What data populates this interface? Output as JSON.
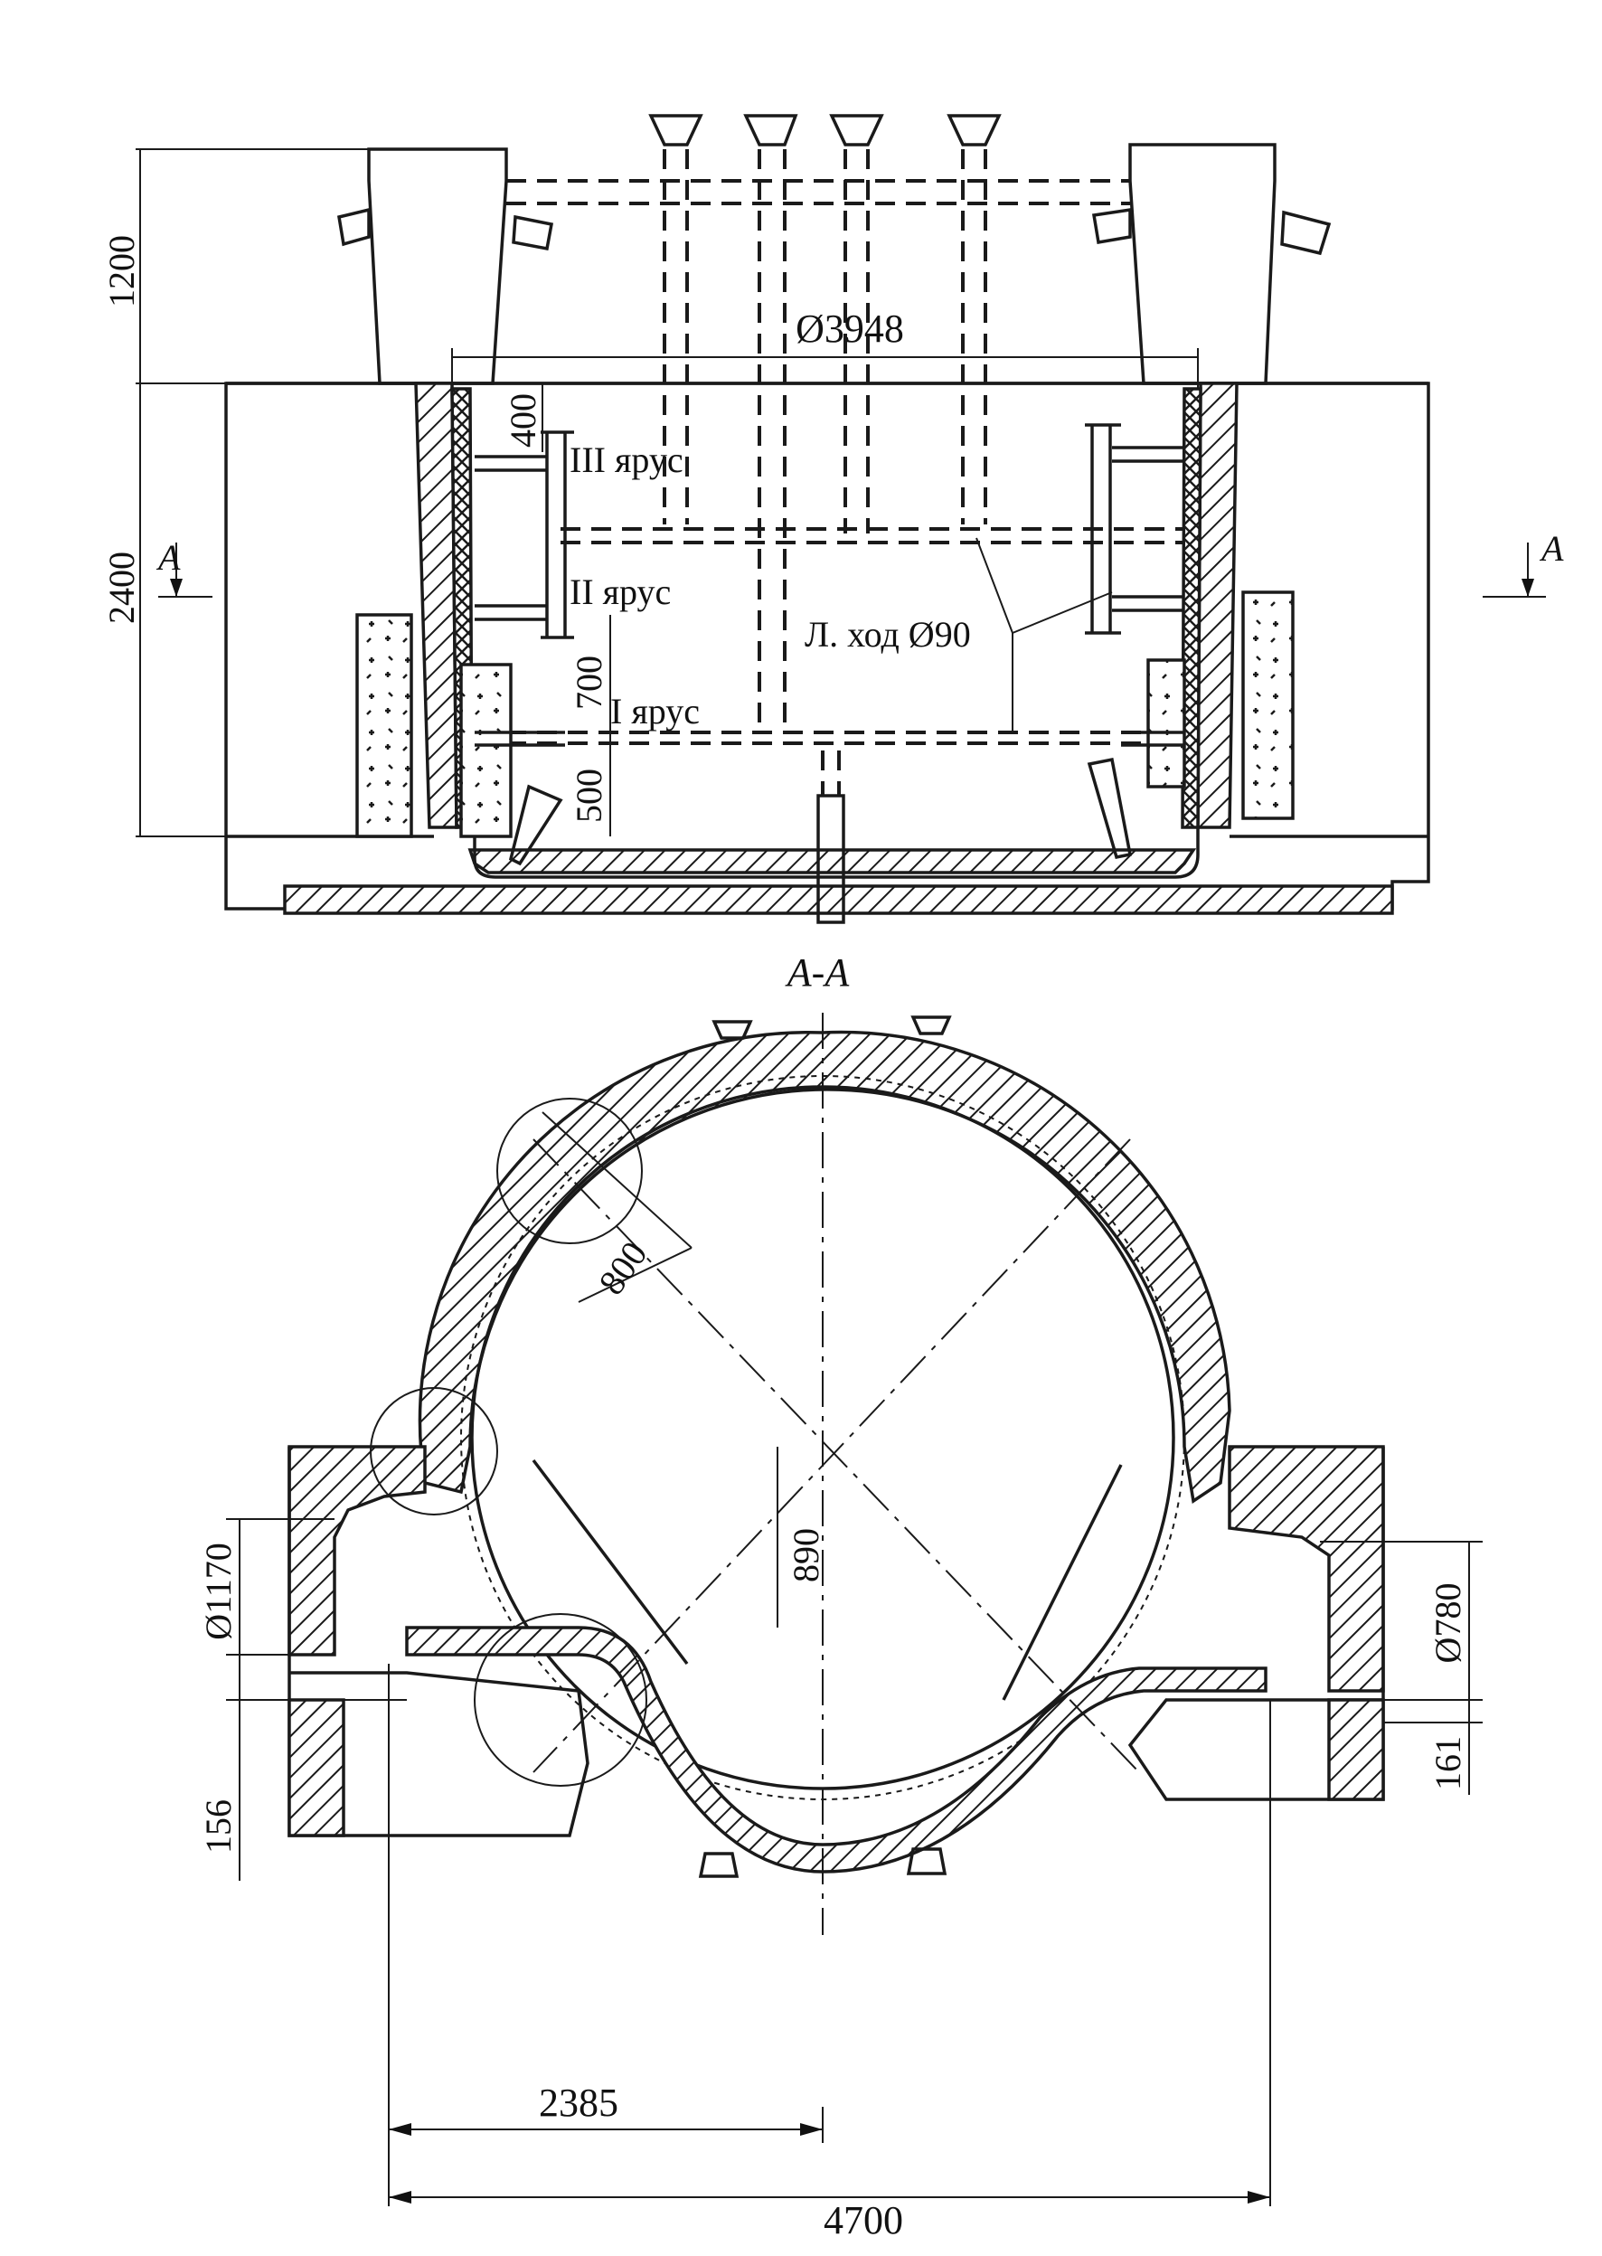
{
  "elevation": {
    "height_top": "1200",
    "height_main": "2400",
    "diameter_top": "Ø3948",
    "dim_400": "400",
    "dim_700": "700",
    "dim_500": "500",
    "tier_3": "III ярус",
    "tier_2": "II ярус",
    "tier_1": "I ярус",
    "tap_hole": "Л. ход Ø90",
    "section_mark_left": "A",
    "section_mark_right": "A"
  },
  "section": {
    "title": "A-A",
    "dim_800": "800",
    "dim_890": "890",
    "dim_1170": "Ø1170",
    "dim_780": "Ø780",
    "dim_156": "156",
    "dim_161": "161",
    "dim_2385": "2385",
    "dim_4700": "4700"
  }
}
